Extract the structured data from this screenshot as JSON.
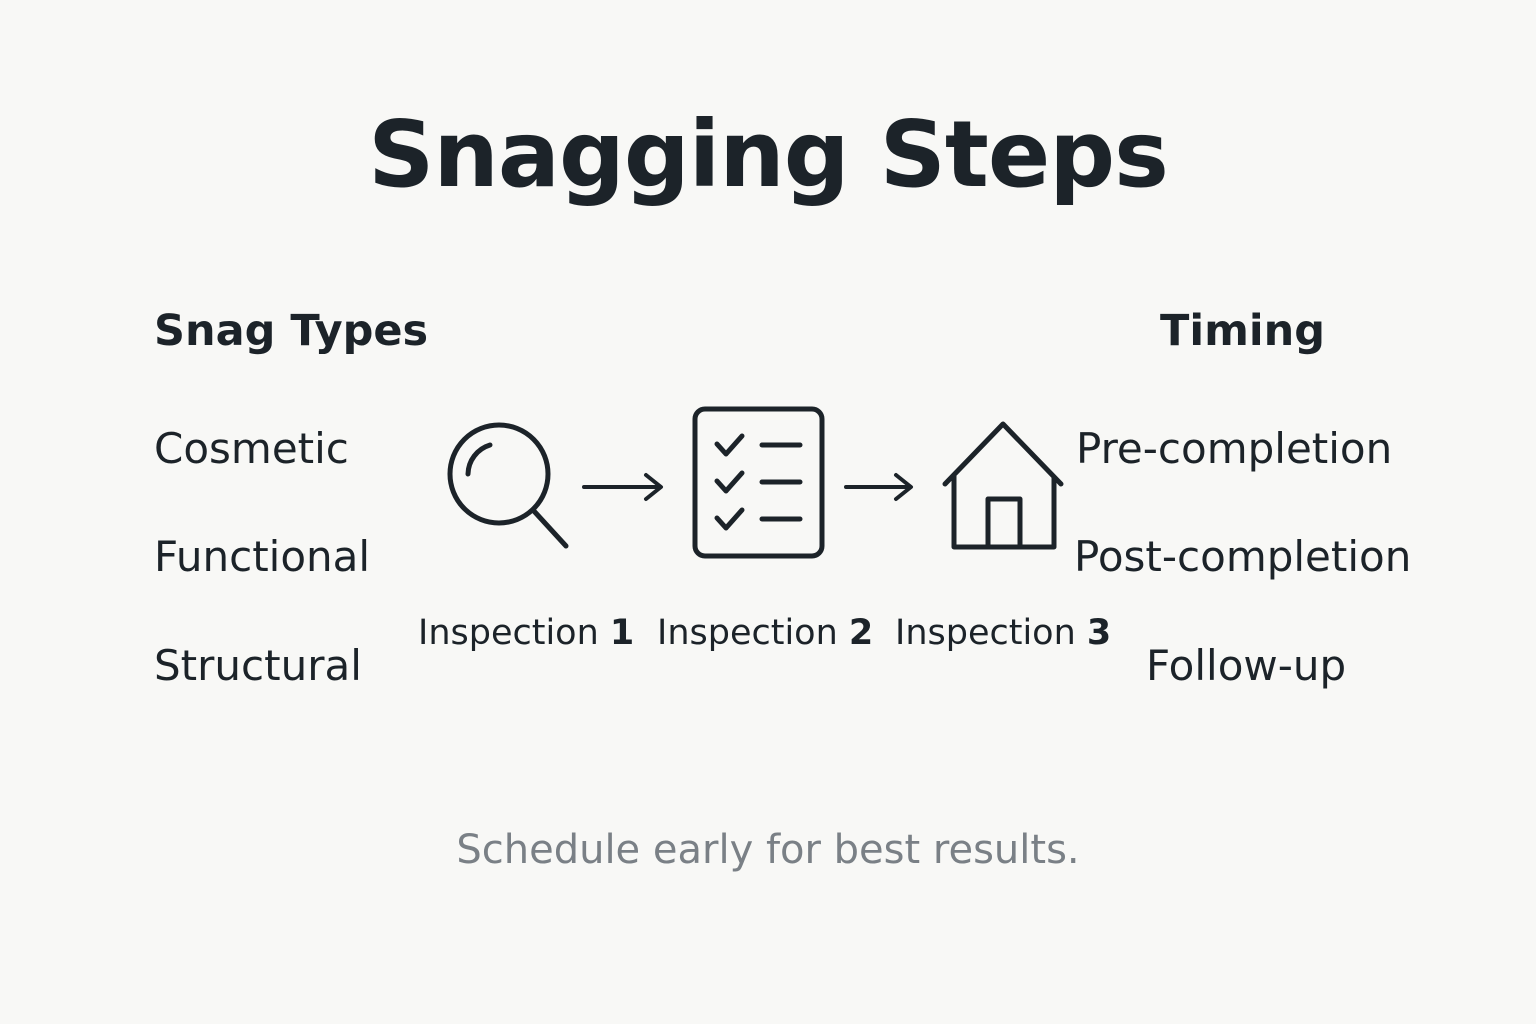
{
  "title": "Snagging Steps",
  "left_column": {
    "heading": "Snag Types",
    "items": [
      "Cosmetic",
      "Functional",
      "Structural"
    ]
  },
  "right_column": {
    "heading": "Timing",
    "items": [
      "Pre-completion",
      "Post-completion",
      "Follow-up"
    ]
  },
  "steps": [
    {
      "label": "Inspection",
      "number": "1",
      "icon": "magnifying-glass-icon"
    },
    {
      "label": "Inspection",
      "number": "2",
      "icon": "checklist-icon"
    },
    {
      "label": "Inspection",
      "number": "3",
      "icon": "house-icon"
    }
  ],
  "connectors": [
    "arrow-right-icon",
    "arrow-right-icon"
  ],
  "footer": "Schedule early for best results.",
  "colors": {
    "text": "#1c2329",
    "muted": "#7a8086",
    "background": "#f8f8f6"
  }
}
